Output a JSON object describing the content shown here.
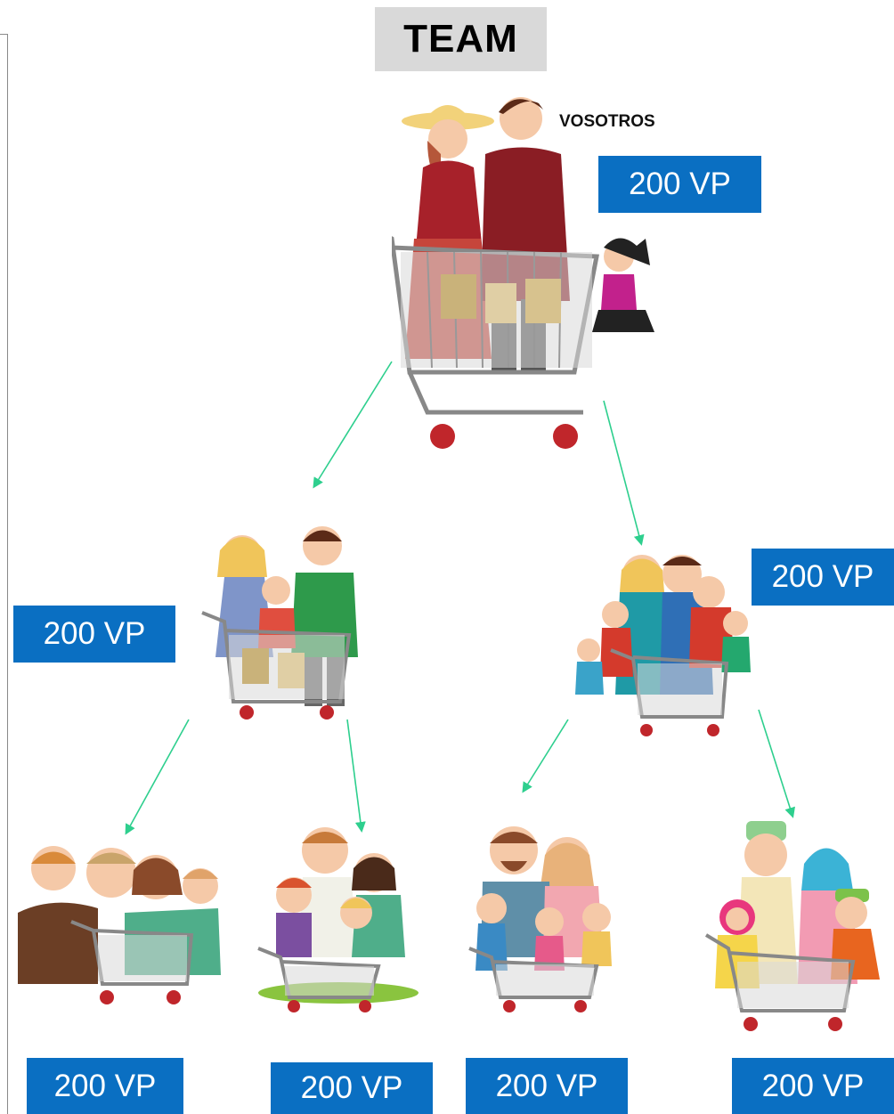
{
  "title": "TEAM",
  "you_label": "VOSOTROS",
  "vp": {
    "root": "200 VP",
    "left": "200 VP",
    "right": "200 VP",
    "ll": "200 VP",
    "lr": "200 VP",
    "rl": "200 VP",
    "rr": "200 VP"
  },
  "colors": {
    "vp_box": "#0a6fc2",
    "title_bg": "#d9d9d9",
    "arrow": "#2ecf8e"
  }
}
